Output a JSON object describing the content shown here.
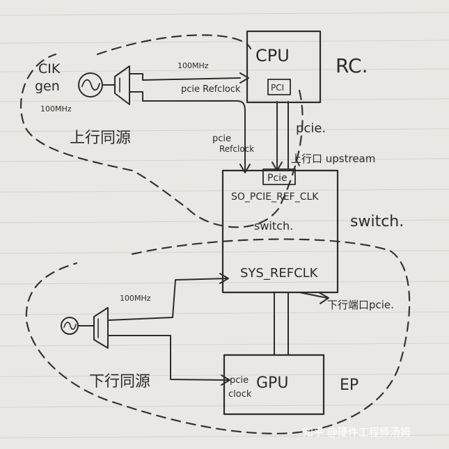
{
  "rc": {
    "cpu_label": "CPU",
    "rc_label": "RC.",
    "pcie_port_label": "PCI"
  },
  "clock_gen": {
    "label_line1": "CIK",
    "label_line2": "gen",
    "freq_label": "100MHz",
    "out_freq_label": "100MHz",
    "ref_clk_label": "pcie Refclock"
  },
  "upstream": {
    "pcie_label": "pcie.",
    "port_label": "上行口 upstream",
    "refclock_label_line1": "pcie",
    "refclock_label_line2": "Refclock",
    "domain_label": "上行同源"
  },
  "switch": {
    "pcie_port_label": "Pcie",
    "ref_clk_label": "SO_PCIE_REF_CLK",
    "inner_label": "switch.",
    "outer_label": "switch.",
    "sys_refclk_label": "SYS_REFCLK",
    "downstream_label": "下行端口pcie."
  },
  "downstream": {
    "freq_label": "100MHz",
    "domain_label": "下行同源"
  },
  "ep": {
    "gpu_label": "GPU",
    "pcie_clock_line1": "pcie",
    "pcie_clock_line2": "clock",
    "ep_label": "EP"
  },
  "watermark": {
    "text": "知乎 @硬件工程师汤姆"
  }
}
